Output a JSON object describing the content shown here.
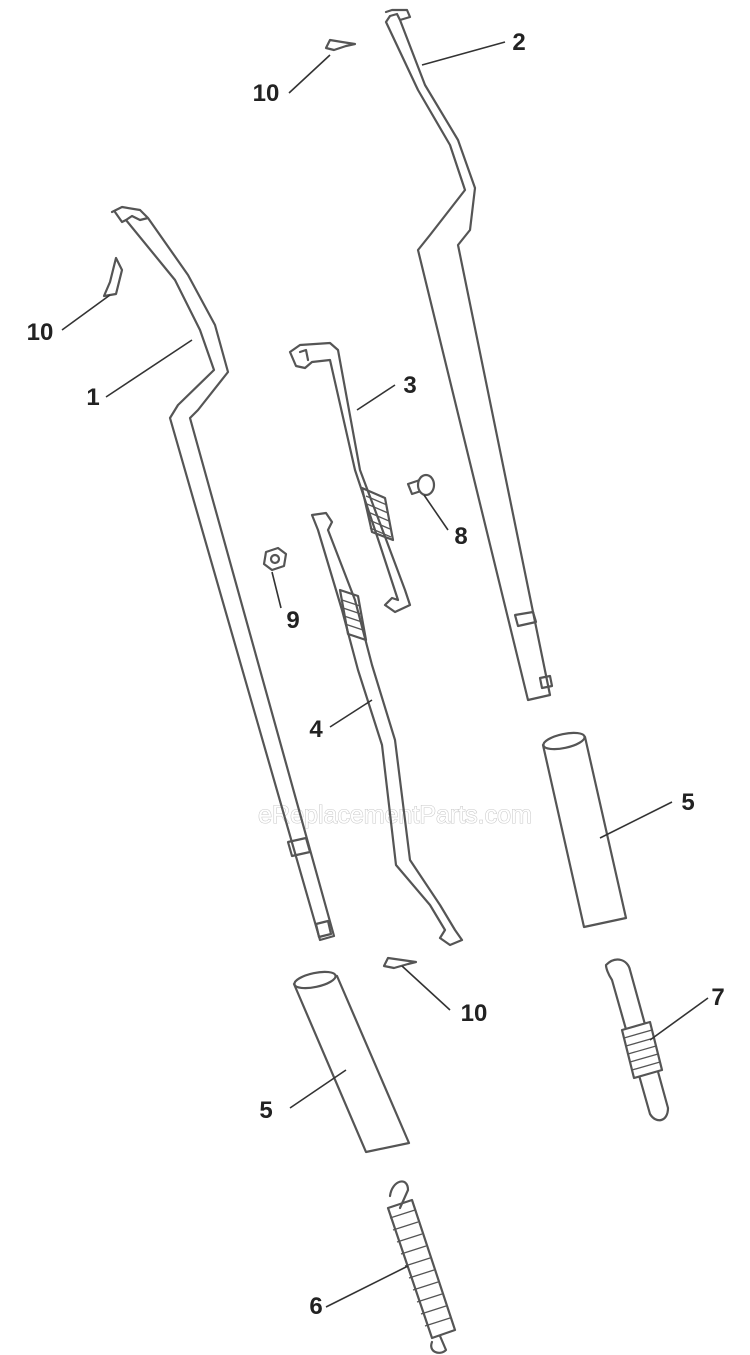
{
  "watermark": "eReplacementParts.com",
  "callouts": {
    "c10_top": "10",
    "c2": "2",
    "c10_left": "10",
    "c1": "1",
    "c3": "3",
    "c8": "8",
    "c9": "9",
    "c4": "4",
    "c5_right": "5",
    "c7": "7",
    "c10_bottom": "10",
    "c5_left": "5",
    "c6": "6"
  },
  "colors": {
    "line": "#555555",
    "text": "#222222",
    "watermark_outline": "#c8c8c8"
  }
}
